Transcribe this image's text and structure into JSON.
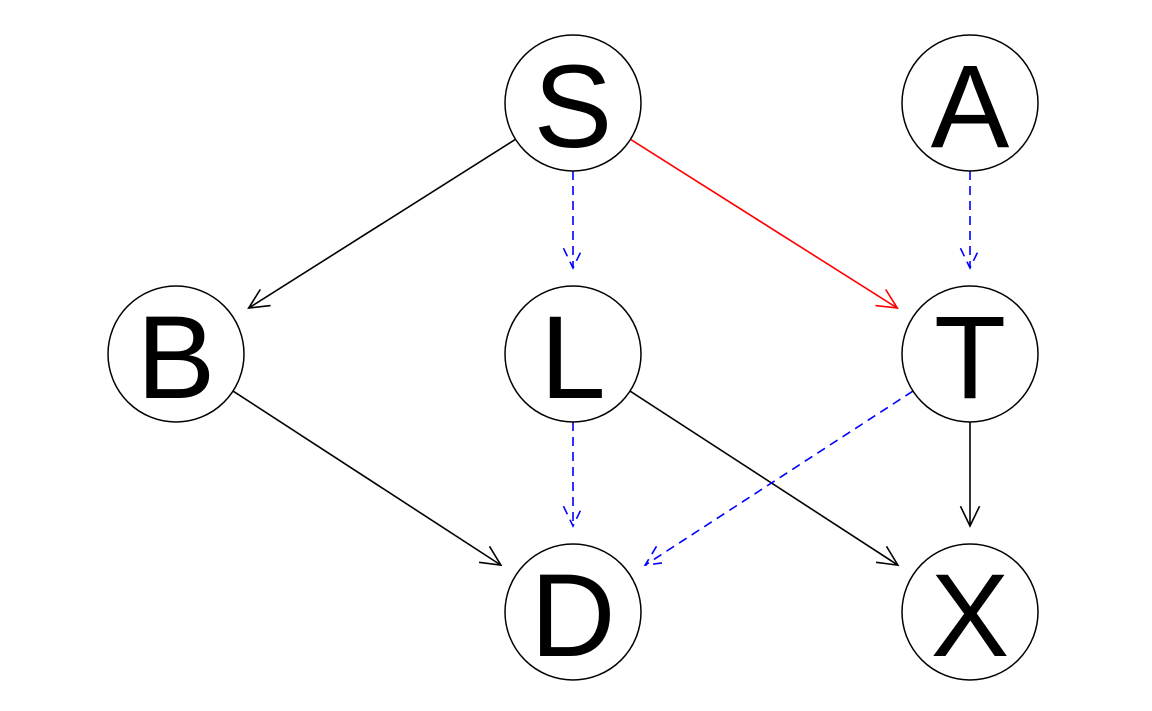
{
  "nodes": [
    {
      "id": "S",
      "label": "S"
    },
    {
      "id": "A",
      "label": "A"
    },
    {
      "id": "B",
      "label": "B"
    },
    {
      "id": "L",
      "label": "L"
    },
    {
      "id": "T",
      "label": "T"
    },
    {
      "id": "D",
      "label": "D"
    },
    {
      "id": "X",
      "label": "X"
    }
  ],
  "edges": [
    {
      "from": "S",
      "to": "B",
      "color": "#000000",
      "style": "solid"
    },
    {
      "from": "S",
      "to": "L",
      "color": "#0000ff",
      "style": "dashed"
    },
    {
      "from": "S",
      "to": "T",
      "color": "#ff0000",
      "style": "solid"
    },
    {
      "from": "A",
      "to": "T",
      "color": "#0000ff",
      "style": "dashed"
    },
    {
      "from": "B",
      "to": "D",
      "color": "#000000",
      "style": "solid"
    },
    {
      "from": "L",
      "to": "D",
      "color": "#0000ff",
      "style": "dashed"
    },
    {
      "from": "L",
      "to": "X",
      "color": "#000000",
      "style": "solid"
    },
    {
      "from": "T",
      "to": "D",
      "color": "#0000ff",
      "style": "dashed"
    },
    {
      "from": "T",
      "to": "X",
      "color": "#000000",
      "style": "solid"
    }
  ]
}
